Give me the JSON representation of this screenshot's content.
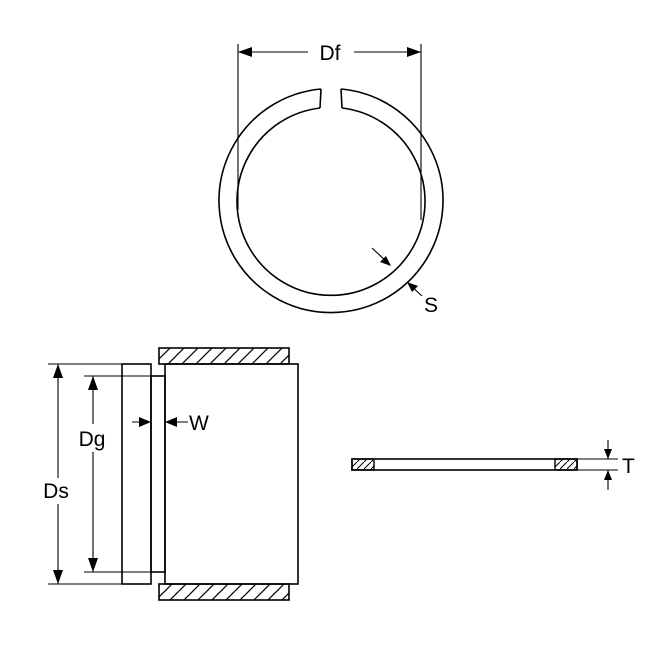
{
  "labels": {
    "df": "Df",
    "s": "S",
    "w": "W",
    "dg": "Dg",
    "ds": "Ds",
    "t": "T"
  },
  "colors": {
    "line": "#000000",
    "background": "#ffffff"
  }
}
